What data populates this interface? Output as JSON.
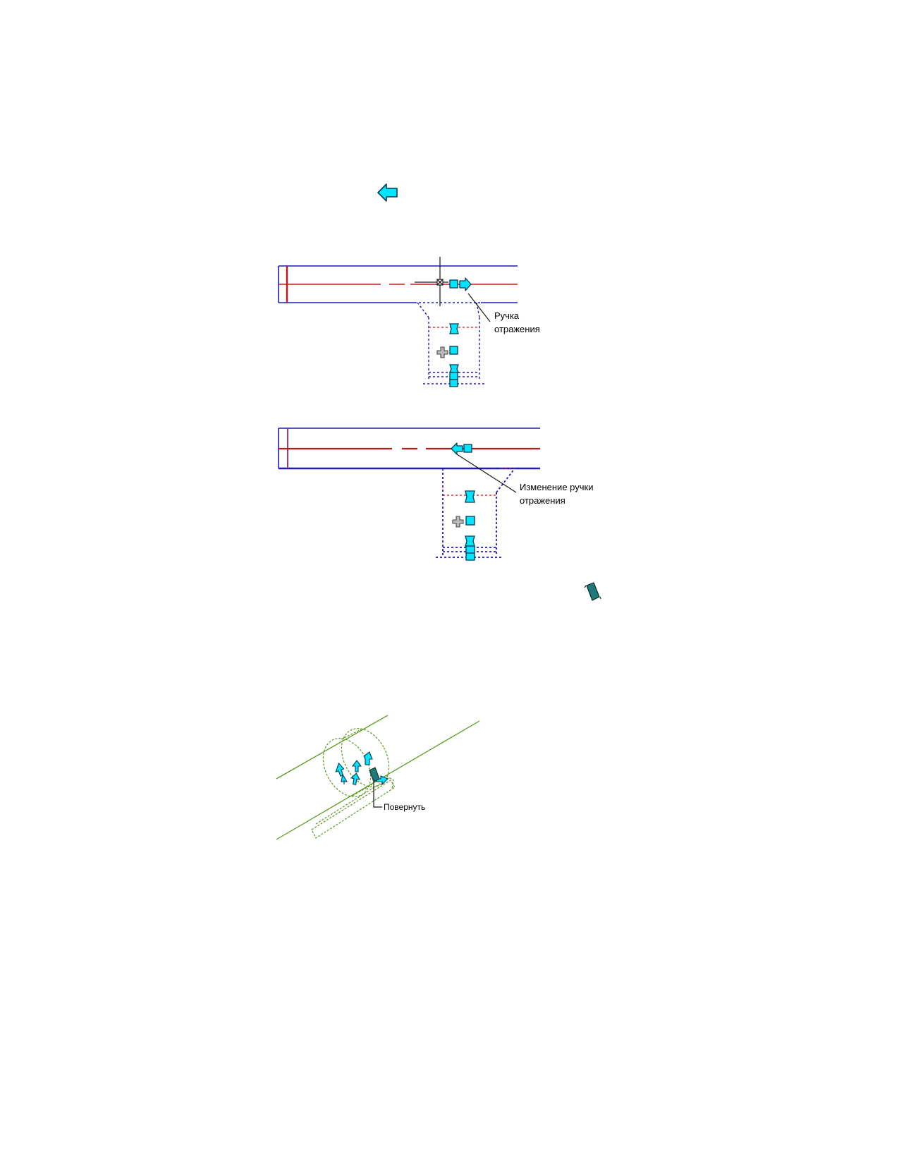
{
  "figure_mirror_before": {
    "callout_line1": "Ручка",
    "callout_line2": "отражения"
  },
  "figure_mirror_after": {
    "callout_line1": "Изменение ручки",
    "callout_line2": "отражения"
  },
  "figure_rotate": {
    "callout": "Повернуть"
  },
  "colors": {
    "grip_fill": "#00e5ff",
    "grip_outline": "#003c50",
    "rotate_grip": "#1e7a78",
    "duct_outline": "#1c1cb4",
    "centerline": "#c01818",
    "pipe_green": "#5c9a22"
  },
  "icons": [
    "mirror-arrow-icon",
    "rotate-grip-icon",
    "location-grip-icon",
    "crosshair-cursor-icon"
  ]
}
